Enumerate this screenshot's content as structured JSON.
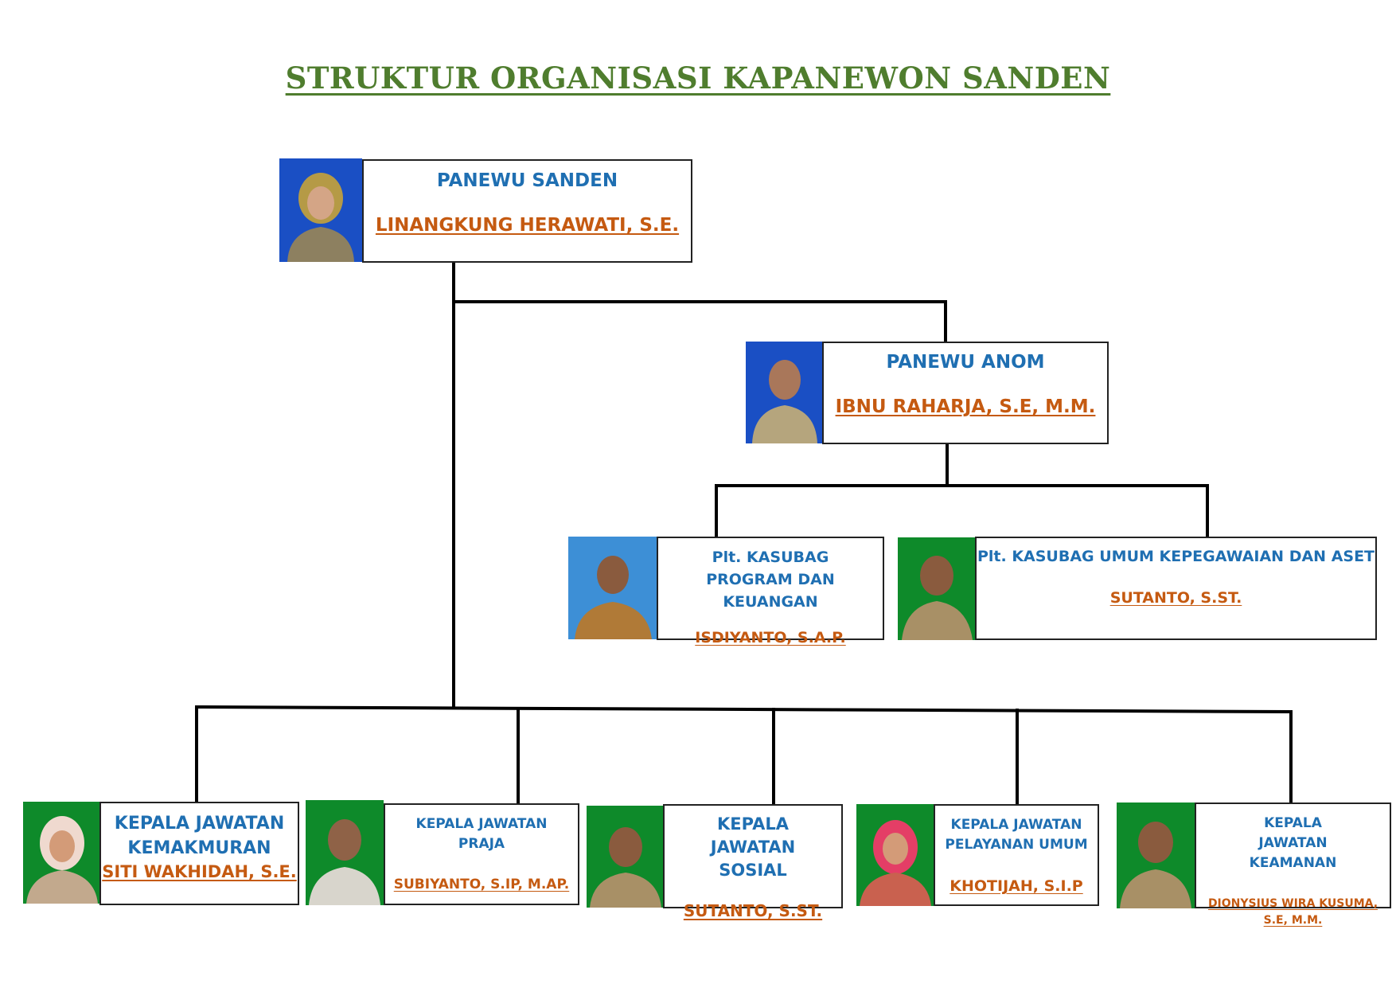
{
  "title": "STRUKTUR ORGANISASI KAPANEWON SANDEN",
  "colors": {
    "role": "#1f6fb2",
    "name": "#c55a11",
    "title": "#4f7d2e",
    "photo_bg_blue": "#1a4fc4",
    "photo_bg_lightblue": "#3d8fd6",
    "photo_bg_green": "#0e8a2a"
  },
  "nodes": {
    "panewu": {
      "role": "PANEWU SANDEN",
      "name": "LINANGKUNG HERAWATI, S.E.",
      "photo": "female-official-photo"
    },
    "anom": {
      "role": "PANEWU ANOM",
      "name": "IBNU RAHARJA, S.E, M.M.",
      "photo": "male-official-photo"
    },
    "program": {
      "role": "Plt. KASUBAG PROGRAM DAN KEUANGAN",
      "name": "ISDIYANTO, S.A.P.",
      "photo": "male-official-photo"
    },
    "umum": {
      "role": "Plt. KASUBAG UMUM KEPEGAWAIAN DAN ASET",
      "name": "SUTANTO, S.ST.",
      "photo": "male-official-photo"
    },
    "kemakmuran": {
      "role": "KEPALA JAWATAN KEMAKMURAN",
      "name": "SITI WAKHIDAH, S.E.",
      "photo": "female-official-photo"
    },
    "praja": {
      "role": "KEPALA JAWATAN PRAJA",
      "name": "SUBIYANTO, S.IP, M.AP.",
      "photo": "male-official-photo"
    },
    "sosial": {
      "role": "KEPALA JAWATAN SOSIAL",
      "name": "SUTANTO, S.ST.",
      "photo": "male-official-photo"
    },
    "pelayanan": {
      "role": "KEPALA JAWATAN PELAYANAN UMUM",
      "name": "KHOTIJAH, S.I.P",
      "photo": "female-official-photo"
    },
    "keamanan": {
      "role": "KEPALA JAWATAN KEAMANAN",
      "name": "DIONYSIUS WIRA KUSUMA, S.E, M.M.",
      "photo": "male-official-photo"
    }
  }
}
